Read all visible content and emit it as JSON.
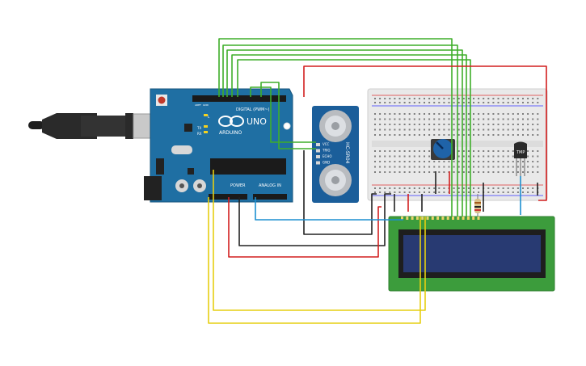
{
  "arduino": {
    "brand": "ARDUINO",
    "model": "UNO",
    "digital_label": "DIGITAL (PWM~)",
    "power_label": "POWER",
    "analog_label": "ANALOG IN",
    "led_tx": "TX",
    "led_rx": "RX",
    "led_l": "L",
    "aref": "AREF",
    "gnd": "GND"
  },
  "ultrasonic": {
    "model": "HC-SR04",
    "pins": [
      "VCC",
      "TRIG",
      "ECHO",
      "GND"
    ]
  },
  "sensor_tmp": {
    "label": "TMP"
  },
  "lcd": {
    "rows": 2,
    "cols": 16
  },
  "colors": {
    "wire_green": "#3fae2a",
    "wire_red": "#d21f1f",
    "wire_black": "#222222",
    "wire_blue": "#1d8fd0",
    "wire_yellow": "#e6cf12",
    "board_blue": "#1f6fa3",
    "lcd_green": "#3c9c3c",
    "lcd_screen": "#283a72",
    "breadboard": "#e9e9e9"
  }
}
